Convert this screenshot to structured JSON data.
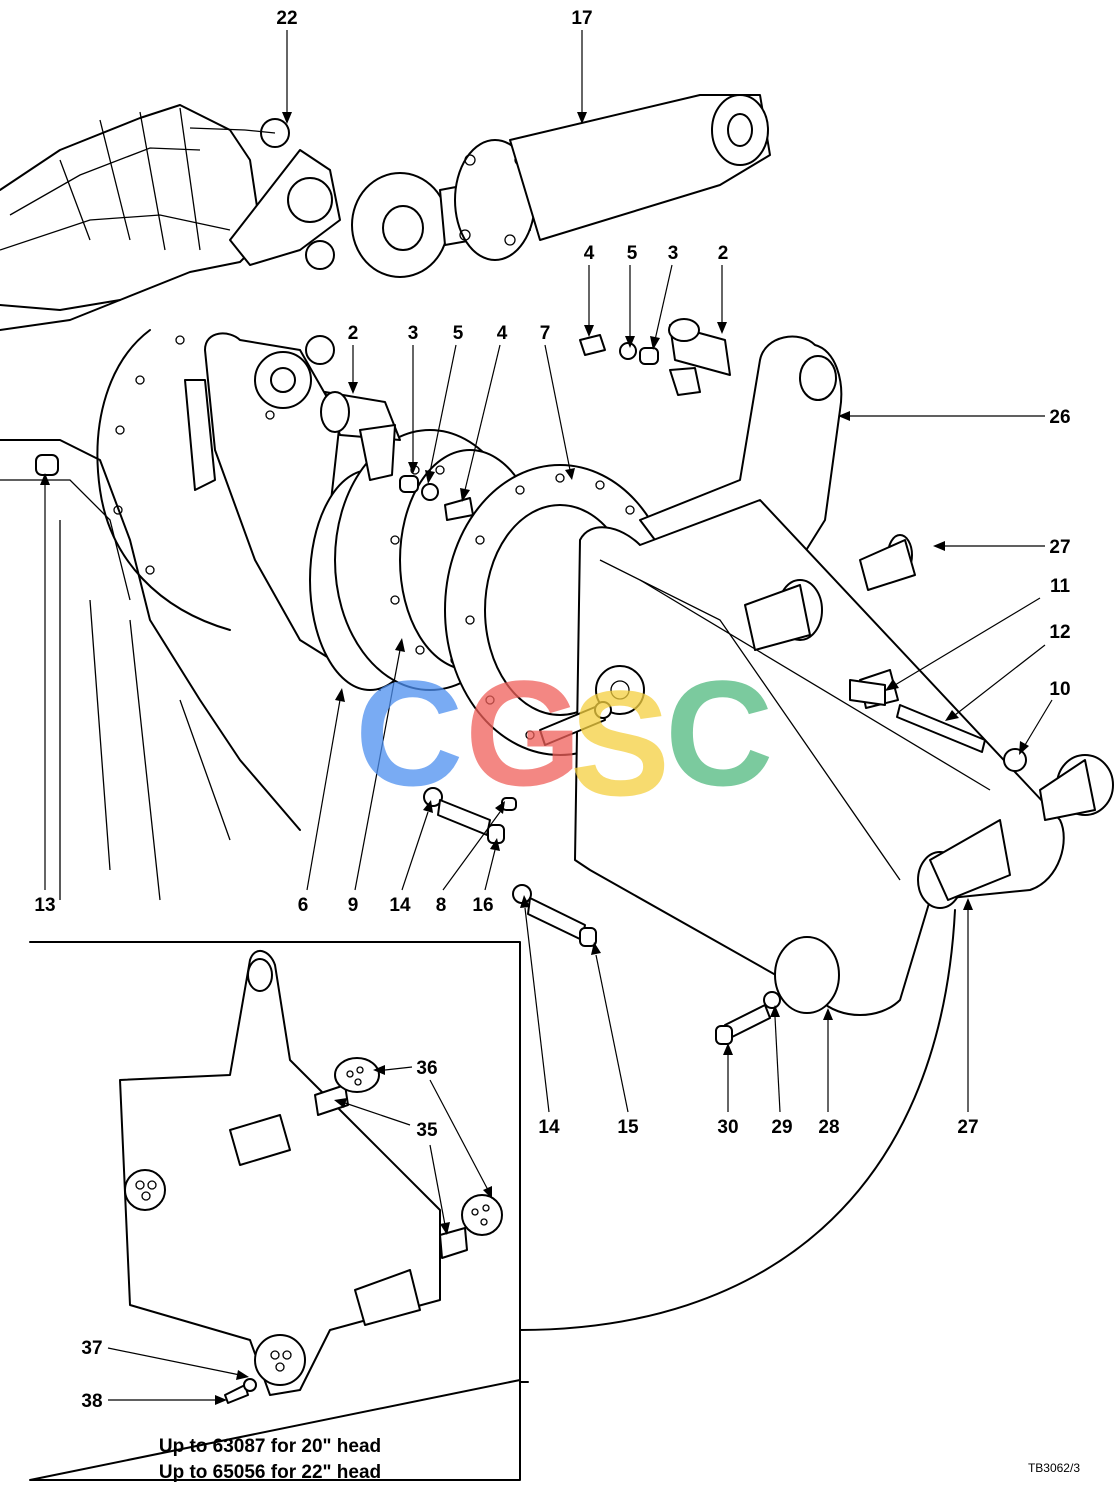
{
  "labels": {
    "l22": "22",
    "l17": "17",
    "l4a": "4",
    "l5a": "5",
    "l3a": "3",
    "l2a": "2",
    "l2b": "2",
    "l3b": "3",
    "l5b": "5",
    "l4b": "4",
    "l7": "7",
    "l26": "26",
    "l27a": "27",
    "l11": "11",
    "l12": "12",
    "l10": "10",
    "l13": "13",
    "l6": "6",
    "l9": "9",
    "l14a": "14",
    "l8": "8",
    "l16": "16",
    "l14b": "14",
    "l15": "15",
    "l30": "30",
    "l29": "29",
    "l28": "28",
    "l27b": "27",
    "l36": "36",
    "l35": "35",
    "l37": "37",
    "l38": "38"
  },
  "inset_note": {
    "line1": "Up to 63087 for 20\" head",
    "line2": "Up to 65056 for 22\" head"
  },
  "drawing_ref": "TB3062/3",
  "watermark": {
    "letters": [
      "C",
      "G",
      "S",
      "C"
    ],
    "colors": [
      "#4d8ff0",
      "#f0605a",
      "#f5d040",
      "#4fb97e"
    ]
  }
}
